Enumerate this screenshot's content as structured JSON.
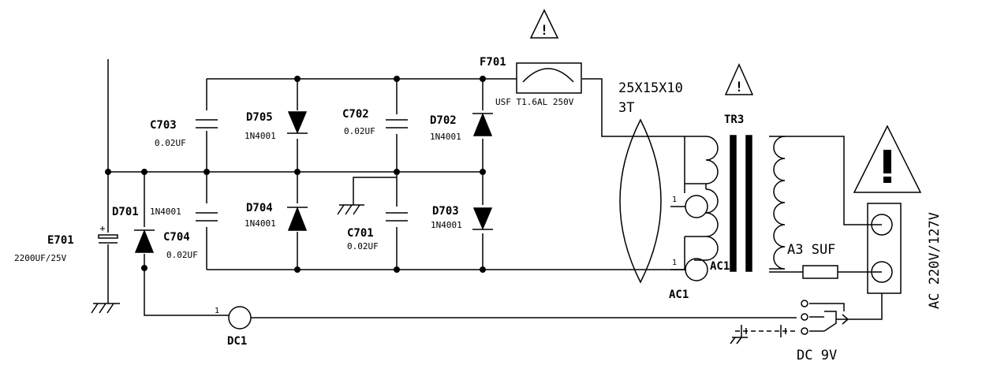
{
  "fuse": {
    "ref": "F701",
    "value": "USF  T1.6AL  250V"
  },
  "ferrite": {
    "size": "25X15X10",
    "turns": "3T"
  },
  "transformer": {
    "ref": "TR3"
  },
  "capacitors": {
    "c701": {
      "ref": "C701",
      "value": "0.02UF"
    },
    "c702": {
      "ref": "C702",
      "value": "0.02UF"
    },
    "c703": {
      "ref": "C703",
      "value": "0.02UF"
    },
    "c704": {
      "ref": "C704",
      "value": "0.02UF"
    },
    "e701": {
      "ref": "E701",
      "value": "2200UF/25V"
    }
  },
  "diodes": {
    "d701": {
      "ref": "D701",
      "part": "1N4001"
    },
    "d702": {
      "ref": "D702",
      "part": "1N4001"
    },
    "d703": {
      "ref": "D703",
      "part": "1N4001"
    },
    "d704": {
      "ref": "D704",
      "part": "1N4001"
    },
    "d705": {
      "ref": "D705",
      "part": "1N4001"
    }
  },
  "pins": {
    "p1": "1",
    "p2": "1",
    "p3": "1"
  },
  "connectors": {
    "ac_top": "AC1",
    "ac_bottom": "AC1",
    "dc1": "DC1"
  },
  "secondary_fuse": "A3  SUF",
  "mains_label": "AC 220V/127V",
  "dc_label": "DC 9V",
  "warning_mark": "!",
  "colors": {
    "line": "#000000",
    "background": "#ffffff"
  }
}
